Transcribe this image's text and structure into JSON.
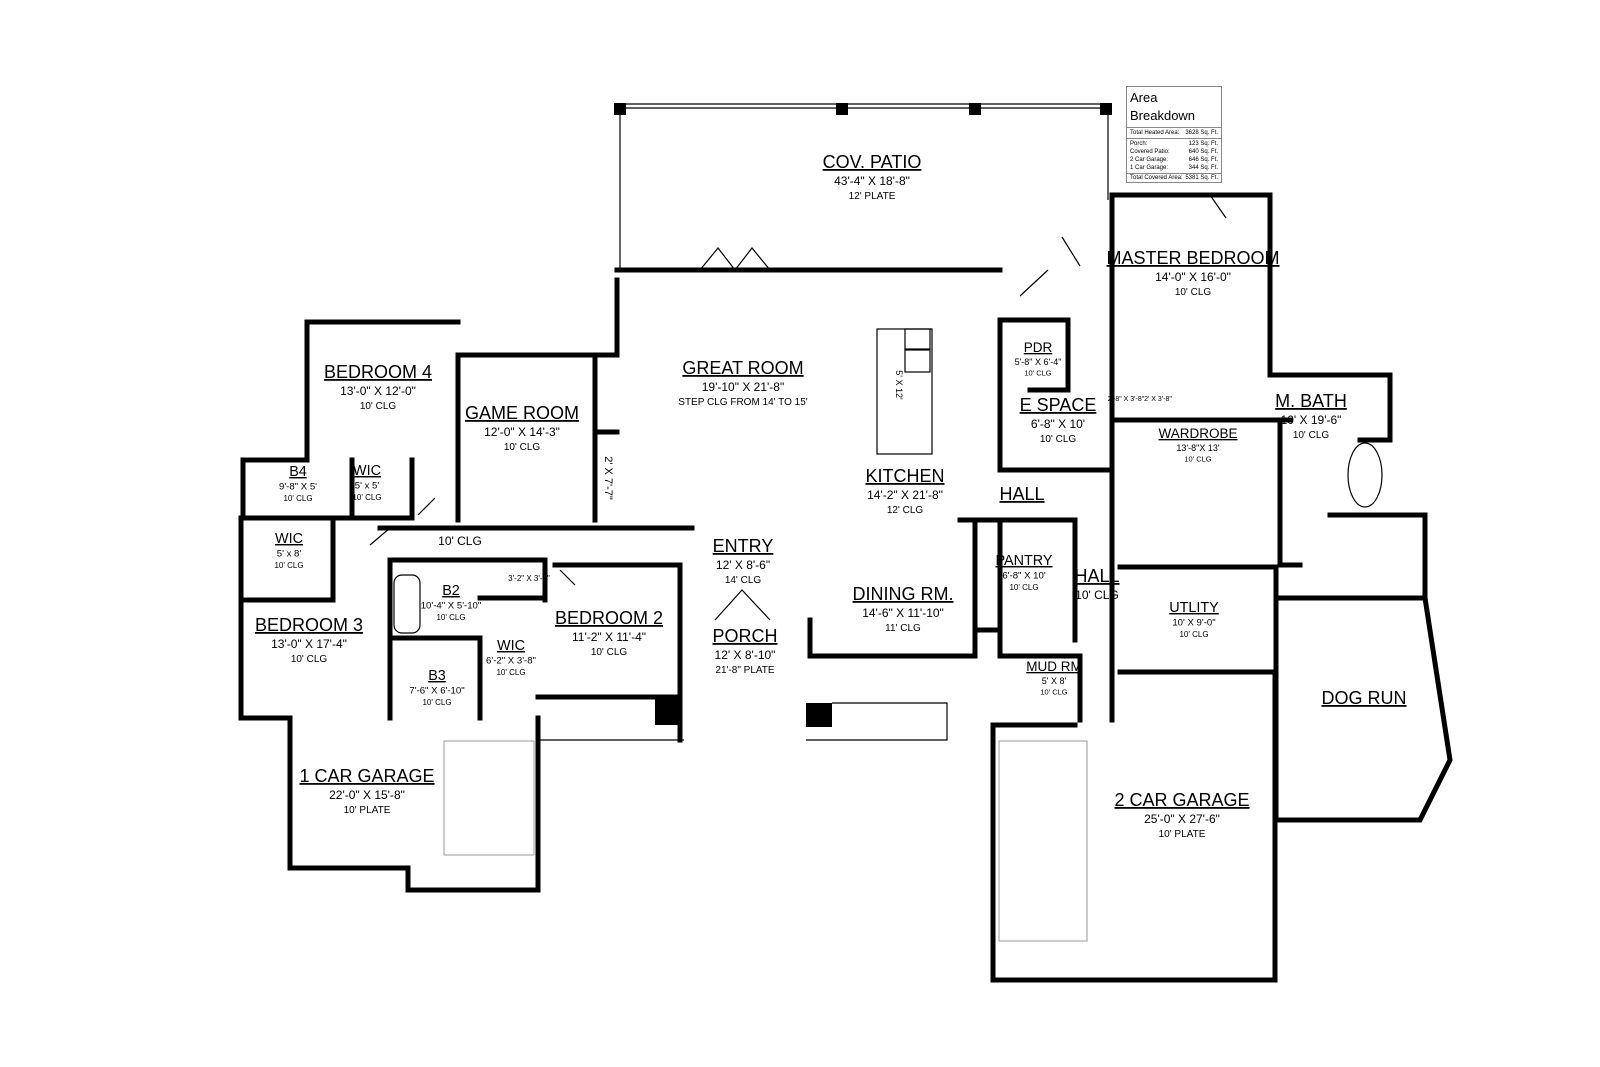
{
  "area_breakdown": {
    "title": "Area Breakdown",
    "heated": {
      "label": "Total Heated Area:",
      "value": "3628 Sq. Ft."
    },
    "items": [
      {
        "label": "Porch:",
        "value": "123 Sq. Ft."
      },
      {
        "label": "Covered Patio:",
        "value": "640 Sq. Ft."
      },
      {
        "label": "2 Car Garage:",
        "value": "646 Sq. Ft."
      },
      {
        "label": "1 Car Garage:",
        "value": "344 Sq. Ft."
      }
    ],
    "total": {
      "label": "Total Covered Area:",
      "value": "5381 Sq. Ft."
    }
  },
  "rooms": [
    {
      "name": "COV. PATIO",
      "size": "43'-4\" X 18'-8\"",
      "ceiling": "12' PLATE"
    },
    {
      "name": "MASTER BEDROOM",
      "size": "14'-0\" X 16'-0\"",
      "ceiling": "10' CLG"
    },
    {
      "name": "GREAT ROOM",
      "size": "19'-10\" X 21'-8\"",
      "ceiling": "STEP CLG FROM 14' TO 15'"
    },
    {
      "name": "BEDROOM 4",
      "size": "13'-0\" X 12'-0\"",
      "ceiling": "10' CLG"
    },
    {
      "name": "GAME ROOM",
      "size": "12'-0\" X 14'-3\"",
      "ceiling": "10' CLG"
    },
    {
      "name": "PDR",
      "size": "5'-8\" X 6'-4\"",
      "ceiling": "10' CLG"
    },
    {
      "name": "E SPACE",
      "size": "6'-8\" X 10'",
      "ceiling": "10' CLG"
    },
    {
      "name": "M. BATH",
      "size": "10' X 19'-6\"",
      "ceiling": "10' CLG"
    },
    {
      "name": "WARDROBE",
      "size": "13'-8\"X 13'",
      "ceiling": "10' CLG"
    },
    {
      "name": "KITCHEN",
      "size": "14'-2\" X 21'-8\"",
      "ceiling": "12' CLG"
    },
    {
      "name": "HALL",
      "size": "",
      "ceiling": ""
    },
    {
      "name": "B4",
      "size": "9'-8\" X 5'",
      "ceiling": "10' CLG"
    },
    {
      "name": "WIC",
      "size": "5' x 5'",
      "ceiling": "10' CLG"
    },
    {
      "name": "WIC",
      "size": "5' x 8'",
      "ceiling": "10' CLG"
    },
    {
      "name": "ENTRY",
      "size": "12' X 8'-6\"",
      "ceiling": "14' CLG"
    },
    {
      "name": "PANTRY",
      "size": "6'-8\" X 10'",
      "ceiling": "10' CLG"
    },
    {
      "name": "HALL",
      "size": "10' CLG",
      "ceiling": ""
    },
    {
      "name": "B2",
      "size": "10'-4\" X 5'-10\"",
      "ceiling": "10' CLG"
    },
    {
      "name": "DINING RM.",
      "size": "14'-6\" X 11'-10\"",
      "ceiling": "11' CLG"
    },
    {
      "name": "UTLITY",
      "size": "10' X 9'-0\"",
      "ceiling": "10' CLG"
    },
    {
      "name": "BEDROOM 2",
      "size": "11'-2\" X 11'-4\"",
      "ceiling": "10' CLG"
    },
    {
      "name": "BEDROOM 3",
      "size": "13'-0\" X 17'-4\"",
      "ceiling": "10' CLG"
    },
    {
      "name": "PORCH",
      "size": "12' X 8'-10\"",
      "ceiling": "21'-8\" PLATE"
    },
    {
      "name": "WIC",
      "size": "6'-2\" X 3'-8\"",
      "ceiling": "10' CLG"
    },
    {
      "name": "B3",
      "size": "7'-6\" X 6'-10\"",
      "ceiling": "10' CLG"
    },
    {
      "name": "MUD RM",
      "size": "5' X 8'",
      "ceiling": "10' CLG"
    },
    {
      "name": "DOG RUN",
      "size": "",
      "ceiling": ""
    },
    {
      "name": "1 CAR GARAGE",
      "size": "22'-0\" X 15'-8\"",
      "ceiling": "10' PLATE"
    },
    {
      "name": "2 CAR GARAGE",
      "size": "25'-0\" X 27'-6\"",
      "ceiling": "10' PLATE"
    }
  ],
  "notes": [
    {
      "text": "10' CLG"
    },
    {
      "text": "2' X 7'-7\""
    },
    {
      "text": "3'-2\" X 3'-4\""
    },
    {
      "text": "5' X 12'"
    },
    {
      "text": "2'-8\" X 3'-8\""
    },
    {
      "text": "2' X 3'-8\""
    }
  ]
}
